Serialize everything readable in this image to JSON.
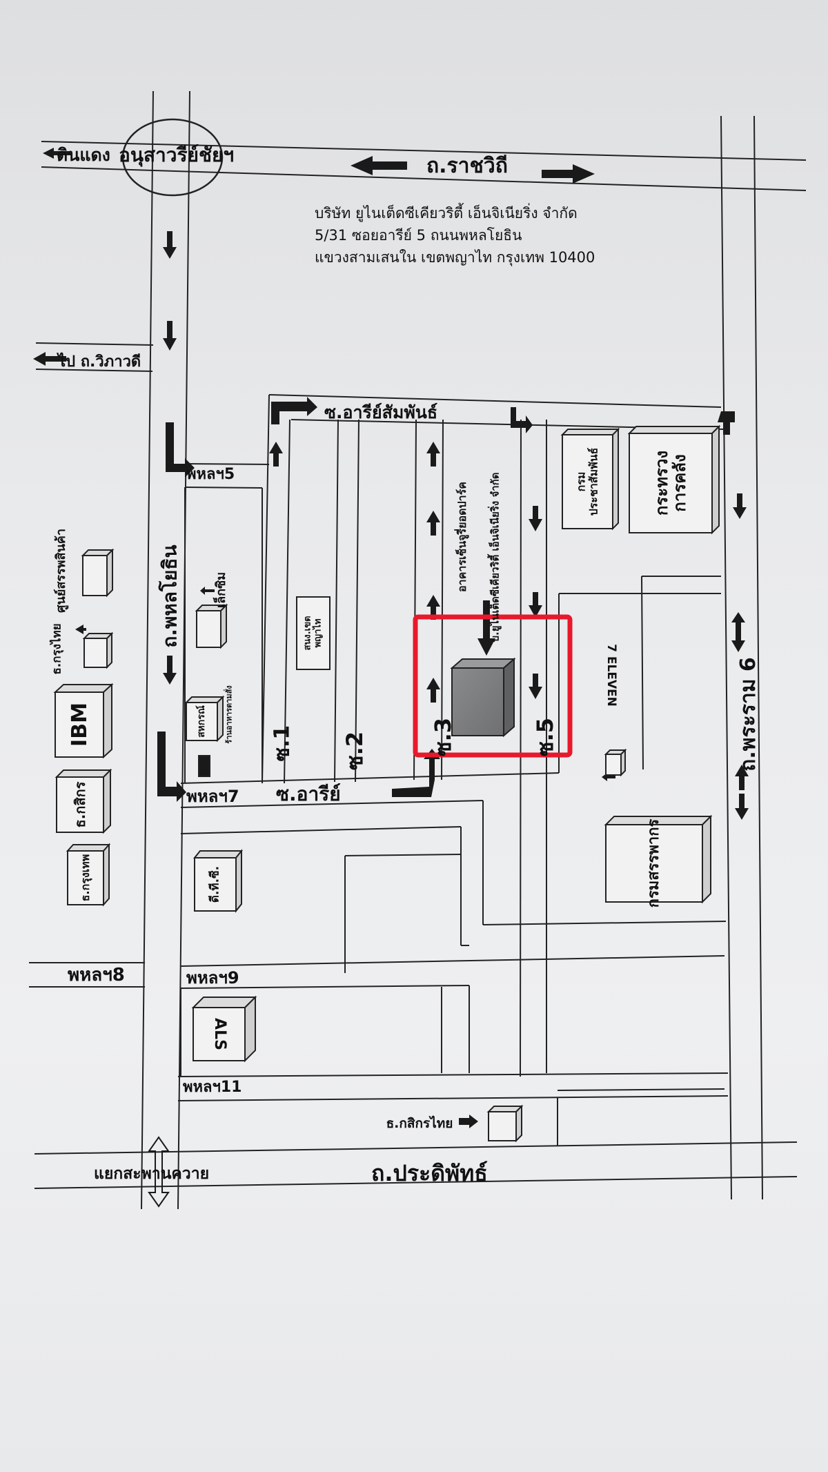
{
  "company": {
    "name": "บริษัท ยูไนเต็ดซีเคียวริตี้ เอ็นจิเนียริ่ง จำกัด",
    "address_line1": "5/31 ซอยอารีย์ 5 ถนนพหลโยธิน",
    "address_line2": "แขวงสามเสนใน เขตพญาไท กรุงเทพ 10400"
  },
  "roads": {
    "ratchawithi": "ถ.ราชวิถี",
    "din_daeng": "ดินแดง",
    "victory_monument": "อนุสาวรีย์ชัยฯ",
    "vibhavadi": "ไป ถ.วิภาวดี",
    "phahonyothin": "ถ.พหลโยธิน",
    "ari_samphan": "ซ.อารีย์สัมพันธ์",
    "soi_ari": "ซ.อารีย์",
    "phahon5": "พหลฯ5",
    "phahon7": "พหลฯ7",
    "phahon8": "พหลฯ8",
    "phahon9": "พหลฯ9",
    "phahon11": "พหลฯ11",
    "soi1": "ซ.1",
    "soi2": "ซ.2",
    "soi3": "ซ.3",
    "soi5": "ซ.5",
    "rama6": "ถ.พระราม 6",
    "pradiphat": "ถ.ประดิพัทธ์",
    "saphan_khwai": "แยกสะพานควาย"
  },
  "landmarks": {
    "ktb": "ธ.กรุงไทย",
    "electrical_center": "ศูนย์สรรพสินค้า",
    "ibm": "IBM",
    "kbank_left": "ธ.กสิกร",
    "bangkok_bank": "ธ.กรุงเทพ",
    "lek_siam": "เล็กซิม",
    "saho_kon": "สหกรณ์",
    "dtac": "ดี.ที.ซี.",
    "nso": "สนง.เขตพญาไท",
    "als": "ALS",
    "kbank_thai": "ธ.กสิกรไทย",
    "seven_eleven": "7 ELEVEN",
    "public_relations": "กรมประชาสัมพันธ์",
    "finance_ministry": "กระทรวงการคลัง",
    "revenue_dept": "กรมสรรพากร",
    "target_building": "อาคารเซ็นจูรี่ยอดปาร์ค",
    "target_company_short": "บ.ยูไนเต็ดซีเคียวริตี้ เอ็นจิเนียริ่ง จำกัด",
    "small_note": "ร้านอาหารตามสั่ง"
  },
  "highlight_color": "#e8192c"
}
